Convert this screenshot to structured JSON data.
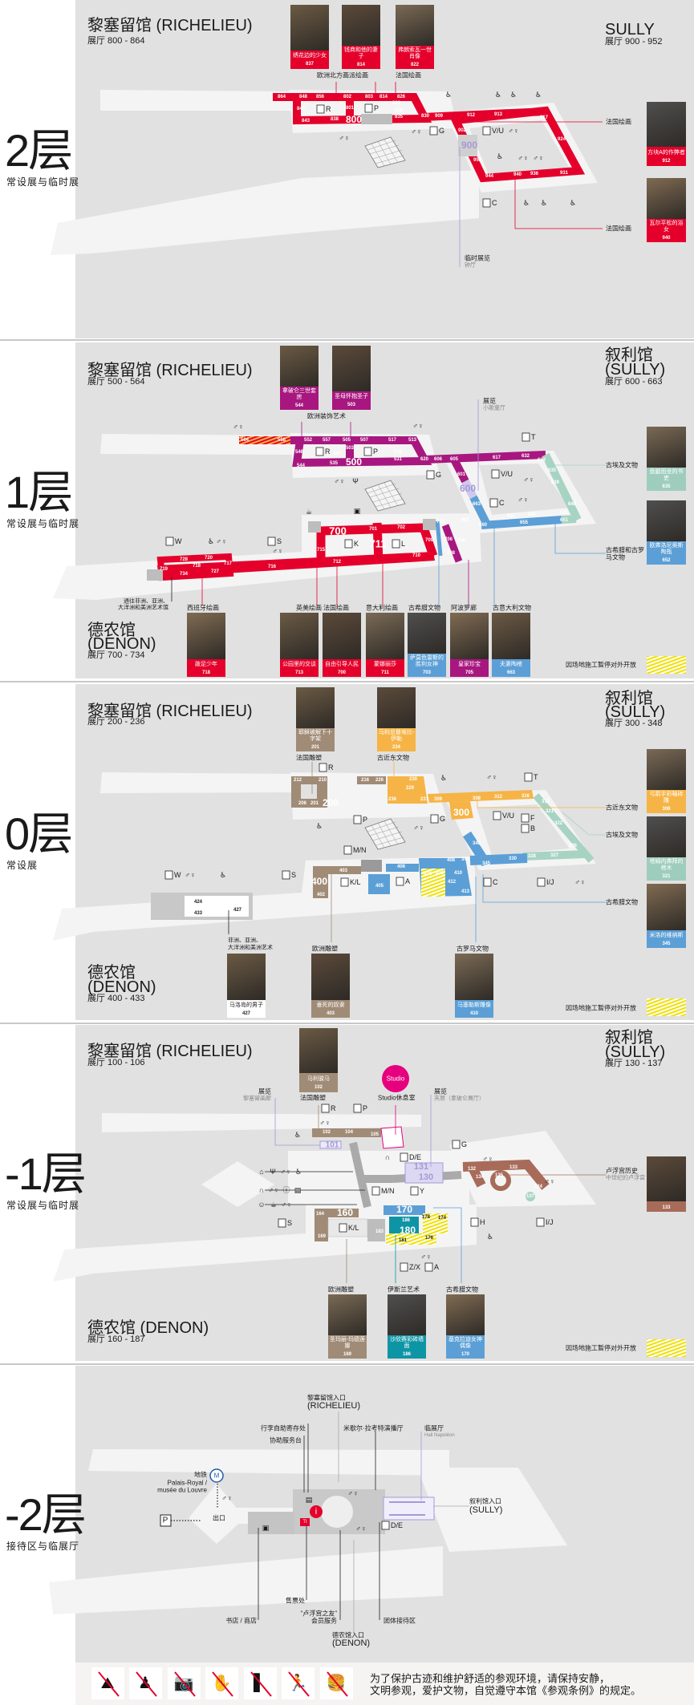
{
  "floors": [
    {
      "level_label": "2层",
      "level_subtitle": "常设展与临时展",
      "labels": [
        "黎塞留馆 (RICHELIEU)",
        "展厅 800 - 864",
        "SULLY",
        "展厅 900 - 952",
        "欧洲北方画派绘画",
        "法国绘画",
        "法国绘画",
        "法国绘画",
        "临时展览",
        "钟厅"
      ],
      "artworks": [
        {
          "title": "绣花边的少女",
          "room": "837",
          "color": "#e4002b"
        },
        {
          "title": "钱商和他的妻子",
          "room": "814",
          "color": "#e4002b"
        },
        {
          "title": "弗朗索瓦一世肖像",
          "room": "822",
          "color": "#e4002b"
        },
        {
          "title": "方块A的作弊者",
          "room": "912",
          "color": "#e4002b"
        },
        {
          "title": "瓦尔平松的浴女",
          "room": "940",
          "color": "#e4002b"
        }
      ],
      "rooms": [
        "864",
        "848",
        "856",
        "802",
        "803",
        "814",
        "826",
        "845",
        "801",
        "823",
        "818",
        "843",
        "838",
        "800",
        "835",
        "830",
        "909",
        "912",
        "913",
        "917",
        "902",
        "900",
        "924",
        "952",
        "944",
        "940",
        "936",
        "931"
      ],
      "access": [
        "R",
        "P",
        "G",
        "V/U",
        "C"
      ],
      "icons": [
        "accessible-icon",
        "accessible-icon",
        "accessible-icon",
        "accessible-icon",
        "accessible-icon",
        "accessible-icon",
        "accessible-icon",
        "accessible-icon",
        "toilet-icon",
        "toilet-icon",
        "toilet-icon",
        "toilet-icon",
        "toilet-icon"
      ]
    },
    {
      "level_label": "1层",
      "level_subtitle": "常设展与临时展",
      "labels": [
        "黎塞留馆 (RICHELIEU)",
        "展厅 500 - 564",
        "叙利馆",
        "(SULLY)",
        "展厅 600 - 663",
        "欧洲装饰艺术",
        "展览",
        "小歌童厅",
        "古埃及文物",
        "古希腊和古罗",
        "马文物",
        "通往非洲、亚洲、",
        "大洋洲和美洲艺术馆",
        "西班牙绘画",
        "英美绘画",
        "法国绘画",
        "意大利绘画",
        "古希腊文物",
        "阿波罗廊",
        "古意大利文物",
        "德农馆",
        "(DENON)",
        "展厅 700 - 734",
        "因场地施工暂停对外开放"
      ],
      "artworks": [
        {
          "title": "拿破仑三世套房",
          "room": "544",
          "color": "#a8177f"
        },
        {
          "title": "圣母怀抱圣子",
          "room": "503",
          "color": "#a8177f"
        },
        {
          "title": "盘腿而坐的书吏",
          "room": "635",
          "color": "#9fcdbd"
        },
        {
          "title": "欧弗洛尼奥斯陶瓶",
          "room": "652",
          "color": "#5b9fd6"
        },
        {
          "title": "跛足少年",
          "room": "718",
          "color": "#e4002b"
        },
        {
          "title": "公园里的交谈",
          "room": "713",
          "color": "#e4002b"
        },
        {
          "title": "自由引导人民",
          "room": "700",
          "color": "#e4002b"
        },
        {
          "title": "蒙娜丽莎",
          "room": "711",
          "color": "#e4002b"
        },
        {
          "title": "萨莫色雷斯的胜利女神",
          "room": "703",
          "color": "#5b9fd6"
        },
        {
          "title": "皇家珍宝",
          "room": "705",
          "color": "#a8177f"
        },
        {
          "title": "夫妻陶棺",
          "room": "663",
          "color": "#5b9fd6"
        }
      ],
      "rooms": [
        "564",
        "558",
        "552",
        "557",
        "505",
        "507",
        "517",
        "513",
        "546",
        "503",
        "501",
        "516",
        "544",
        "535",
        "500",
        "531",
        "620",
        "606",
        "605",
        "617",
        "632",
        "633",
        "635",
        "639",
        "601",
        "600",
        "663",
        "640",
        "641",
        "651",
        "649",
        "655",
        "650",
        "660",
        "661",
        "703",
        "700",
        "701",
        "702",
        "711",
        "715",
        "709",
        "706",
        "705",
        "708",
        "710",
        "712",
        "716",
        "719",
        "728",
        "720",
        "718",
        "734",
        "727",
        "717"
      ],
      "access": [
        "W",
        "S",
        "K",
        "L",
        "G",
        "V/U",
        "C",
        "T",
        "R",
        "P"
      ],
      "icons": [
        "toilet-icon",
        "toilet-icon",
        "toilet-icon",
        "restaurant-icon",
        "toilet-icon",
        "toilet-icon",
        "gift-shop-icon",
        "toilet-icon",
        "accessible-icon",
        "toilet-icon",
        "cafe-icon"
      ]
    },
    {
      "level_label": "0层",
      "level_subtitle": "常设展",
      "labels": [
        "黎塞留馆 (RICHELIEU)",
        "展厅 200 - 236",
        "叙利馆",
        "(SULLY)",
        "展厅 300 - 348",
        "法国雕塑",
        "古近东文物",
        "古近东文物",
        "古埃及文物",
        "古希腊文物",
        "非洲、亚洲、",
        "大洋洲和美洲艺术",
        "欧洲雕塑",
        "古罗马文物",
        "德农馆",
        "(DENON)",
        "展厅 400 - 433",
        "因场地施工暂停对外开放"
      ],
      "artworks": [
        {
          "title": "耶稣被解下十字架",
          "room": "201",
          "color": "#a08b76"
        },
        {
          "title": "马利总督埃比-伊勒",
          "room": "234",
          "color": "#f6b446"
        },
        {
          "title": "弓箭手彩釉砖雕",
          "room": "308",
          "color": "#f6b446"
        },
        {
          "title": "塔姆内弗拜的棺木",
          "room": "321",
          "color": "#9fcdbd"
        },
        {
          "title": "米洛的维纳斯",
          "room": "345",
          "color": "#5b9fd6"
        },
        {
          "title": "马洛岛的男子",
          "room": "427",
          "color": "#ffffff"
        },
        {
          "title": "垂死的奴隶",
          "room": "403",
          "color": "#a08b76"
        },
        {
          "title": "马塞勒斯雕像",
          "room": "410",
          "color": "#5b9fd6"
        }
      ],
      "rooms": [
        "212",
        "210",
        "216",
        "226",
        "230",
        "229",
        "206",
        "201",
        "200",
        "236",
        "231",
        "309",
        "300",
        "308",
        "312",
        "316",
        "317",
        "321",
        "322",
        "326",
        "327",
        "328",
        "330",
        "345",
        "347",
        "348",
        "408",
        "406",
        "403",
        "400",
        "402",
        "405",
        "410",
        "415",
        "416",
        "412",
        "413",
        "424",
        "433",
        "427"
      ],
      "access": [
        "R",
        "P",
        "G",
        "V/U",
        "F",
        "B",
        "T",
        "M/N",
        "S",
        "W",
        "K/L",
        "A",
        "C",
        "I/J"
      ],
      "icons": [
        "accessible-icon",
        "toilet-icon",
        "accessible-icon",
        "toilet-icon",
        "toilet-icon",
        "accessible-icon",
        "toilet-icon"
      ]
    },
    {
      "level_label": "-1层",
      "level_subtitle": "常设展与临时展",
      "labels": [
        "黎塞留馆 (RICHELIEU)",
        "展厅 100 - 106",
        "叙利馆",
        "(SULLY)",
        "展厅 130 - 137",
        "展览",
        "黎塞留画廊",
        "法国雕塑",
        "Studio休息室",
        "展览",
        "夹层（拿破仑展厅）",
        "卢浮宫历史",
        "中世纪的卢浮宫",
        "欧洲雕塑",
        "伊斯兰艺术",
        "古希腊文物",
        "德农馆 (DENON)",
        "展厅 160 - 187",
        "因场地施工暂停对外开放",
        "Studio"
      ],
      "artworks": [
        {
          "title": "马利骏马",
          "room": "102",
          "color": "#a08b76"
        },
        {
          "room": "133",
          "color": "#a86b5a"
        },
        {
          "title": "圣玛丽-玛德莲娜",
          "room": "169",
          "color": "#a08b76"
        },
        {
          "title": "沙欣赛彩砖墙面",
          "room": "186",
          "color": "#0e95a5"
        },
        {
          "title": "基克拉迪女神偶像",
          "room": "170",
          "color": "#5b9fd6"
        }
      ],
      "rooms": [
        "102",
        "104",
        "105",
        "101",
        "131",
        "130",
        "132",
        "133",
        "134",
        "135",
        "137",
        "124",
        "160",
        "164",
        "169",
        "170",
        "186",
        "180",
        "183",
        "181",
        "176",
        "178",
        "174"
      ],
      "access": [
        "R",
        "P",
        "D/E",
        "G",
        "M/N",
        "Y",
        "S",
        "K/L",
        "H",
        "I/J",
        "Z/X",
        "A"
      ],
      "icons": [
        "accessible-icon",
        "toilet-icon",
        "audioguide-icon",
        "accessible-icon",
        "toilet-icon",
        "toilet-icon",
        "toilet-icon",
        "cloakroom-icon",
        "restaurant-icon",
        "toilet-icon",
        "accessible-icon",
        "audioguide-icon",
        "toilet-icon",
        "info-icon",
        "lockers-icon",
        "baby-care-icon",
        "cafe-icon",
        "toilet-icon"
      ]
    },
    {
      "level_label": "-2层",
      "level_subtitle": "接待区与临展厅",
      "labels": [
        "黎塞留馆入口",
        "(RICHELIEU)",
        "行李自助寄存处",
        "协助服务台",
        "米歇尔·拉考特演播厅",
        "临展厅",
        "Hall Napoléon",
        "地铁",
        "Palais-Royal /",
        "musée du Louvre",
        "出口",
        "叙利馆入口",
        "(SULLY)",
        "售票处",
        "书店 / 商店",
        "“卢浮宫之友”",
        "会员服务",
        "团体接待区",
        "德农馆入口",
        "(DENON)",
        "为了保护古迹和维护舒适的参观环境，请保持安静，",
        "文明参观，爱护文物，自觉遵守本馆《参观条例》的规定。",
        "P",
        "M",
        "i",
        "TI"
      ],
      "access": [
        "D/E"
      ],
      "icons": [
        "toilet-icon",
        "toilet-icon",
        "toilet-icon",
        "lockers-icon",
        "gift-shop-icon"
      ],
      "rules_icons": [
        "no-climbing-icon",
        "no-selfie-stick-icon",
        "no-flash-photography-icon",
        "no-touching-icon",
        "no-leaning-icon",
        "no-running-icon",
        "no-food-drink-icon"
      ]
    }
  ],
  "colors": {
    "paintings": "#e4002b",
    "decorative_arts": "#a8177f",
    "near_eastern": "#f6b446",
    "sculpture": "#a08b76",
    "egyptian": "#9fcdbd",
    "greek_roman": "#5b9fd6",
    "islamic": "#0e95a5",
    "temporary": "#a59ad6",
    "closed_hatch": "#f0e000"
  }
}
